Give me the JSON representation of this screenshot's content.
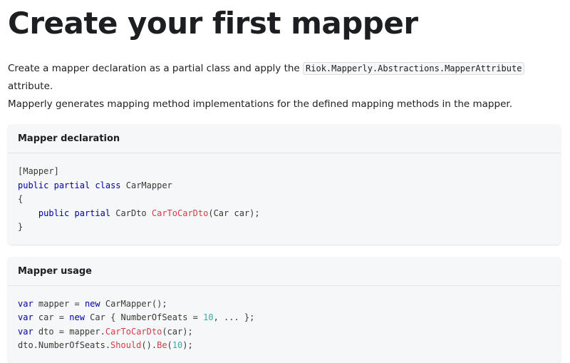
{
  "heading": "Create your first mapper",
  "intro": {
    "text_before": "Create a mapper declaration as a partial class and apply the ",
    "code": "Riok.Mapperly.Abstractions.MapperAttribute",
    "text_after": " attribute.",
    "line2": "Mapperly generates mapping method implementations for the defined mapping methods in the mapper."
  },
  "declaration": {
    "title": "Mapper declaration",
    "lines": [
      [
        {
          "t": "[Mapper]",
          "c": "plain"
        }
      ],
      [
        {
          "t": "public",
          "c": "kw"
        },
        {
          "t": " ",
          "c": "plain"
        },
        {
          "t": "partial",
          "c": "kw"
        },
        {
          "t": " ",
          "c": "plain"
        },
        {
          "t": "class",
          "c": "kw"
        },
        {
          "t": " CarMapper",
          "c": "plain"
        }
      ],
      [
        {
          "t": "{",
          "c": "plain"
        }
      ],
      [
        {
          "t": "    ",
          "c": "plain"
        },
        {
          "t": "public",
          "c": "kw"
        },
        {
          "t": " ",
          "c": "plain"
        },
        {
          "t": "partial",
          "c": "kw"
        },
        {
          "t": " CarDto ",
          "c": "plain"
        },
        {
          "t": "CarToCarDto",
          "c": "fn"
        },
        {
          "t": "(Car car);",
          "c": "plain"
        }
      ],
      [
        {
          "t": "}",
          "c": "plain"
        }
      ]
    ]
  },
  "usage": {
    "title": "Mapper usage",
    "lines": [
      [
        {
          "t": "var",
          "c": "kw"
        },
        {
          "t": " mapper = ",
          "c": "plain"
        },
        {
          "t": "new",
          "c": "kw"
        },
        {
          "t": " CarMapper();",
          "c": "plain"
        }
      ],
      [
        {
          "t": "var",
          "c": "kw"
        },
        {
          "t": " car = ",
          "c": "plain"
        },
        {
          "t": "new",
          "c": "kw"
        },
        {
          "t": " Car { NumberOfSeats = ",
          "c": "plain"
        },
        {
          "t": "10",
          "c": "num"
        },
        {
          "t": ", ... };",
          "c": "plain"
        }
      ],
      [
        {
          "t": "var",
          "c": "kw"
        },
        {
          "t": " dto = mapper.",
          "c": "plain"
        },
        {
          "t": "CarToCarDto",
          "c": "fn"
        },
        {
          "t": "(car);",
          "c": "plain"
        }
      ],
      [
        {
          "t": "dto.NumberOfSeats.",
          "c": "plain"
        },
        {
          "t": "Should",
          "c": "fn"
        },
        {
          "t": "().",
          "c": "plain"
        },
        {
          "t": "Be",
          "c": "fn"
        },
        {
          "t": "(",
          "c": "plain"
        },
        {
          "t": "10",
          "c": "num"
        },
        {
          "t": ");",
          "c": "plain"
        }
      ]
    ]
  },
  "colors": {
    "keyword": "#00009f",
    "function": "#d73a49",
    "number": "#36acaa",
    "code_background": "#f6f7f8"
  }
}
